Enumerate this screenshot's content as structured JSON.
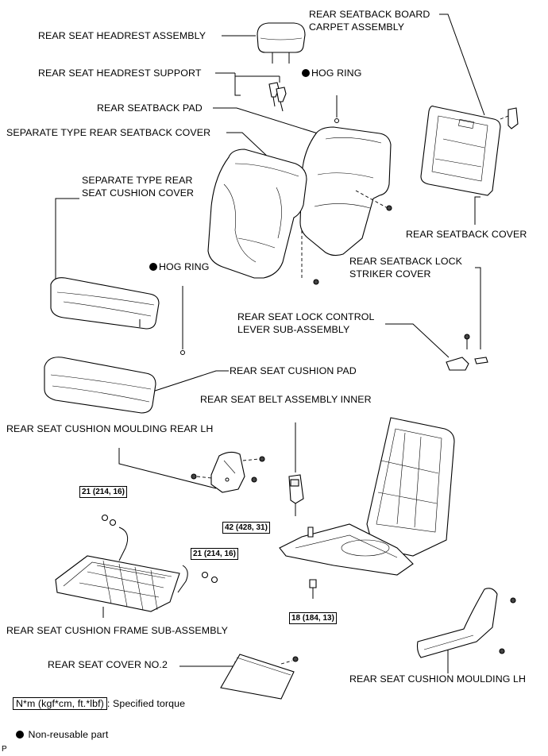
{
  "labels": {
    "headrest_assembly": "REAR SEAT HEADREST ASSEMBLY",
    "headrest_support": "REAR SEAT HEADREST SUPPORT",
    "hog_ring_1": "HOG RING",
    "seatback_board_line1": "REAR SEATBACK BOARD",
    "seatback_board_line2": "CARPET ASSEMBLY",
    "seatback_pad": "REAR SEATBACK PAD",
    "separate_seatback_cover": "SEPARATE TYPE REAR SEATBACK COVER",
    "cushion_cover_line1": "SEPARATE TYPE REAR",
    "cushion_cover_line2": "SEAT CUSHION COVER",
    "seatback_cover": "REAR SEATBACK COVER",
    "hog_ring_2": "HOG RING",
    "lock_striker_line1": "REAR SEATBACK LOCK",
    "lock_striker_line2": "STRIKER COVER",
    "lock_control_line1": "REAR SEAT LOCK CONTROL",
    "lock_control_line2": "LEVER SUB-ASSEMBLY",
    "cushion_pad": "REAR SEAT CUSHION PAD",
    "belt_inner": "REAR SEAT BELT ASSEMBLY INNER",
    "moulding_rear_lh": "REAR SEAT CUSHION MOULDING REAR LH",
    "frame_sub_assembly": "REAR SEAT CUSHION FRAME SUB-ASSEMBLY",
    "cover_no2": "REAR SEAT COVER NO.2",
    "moulding_lh": "REAR SEAT CUSHION MOULDING LH"
  },
  "torques": {
    "t1": "21 (214, 16)",
    "t2": "21 (214, 16)",
    "t3": "42 (428, 31)",
    "t4": "18 (184, 13)"
  },
  "legend": {
    "torque_box": "N*m (kgf*cm, ft.*lbf)",
    "torque_text": ": Specified torque",
    "nonreusable": "Non-reusable part"
  },
  "corner_mark": "P"
}
